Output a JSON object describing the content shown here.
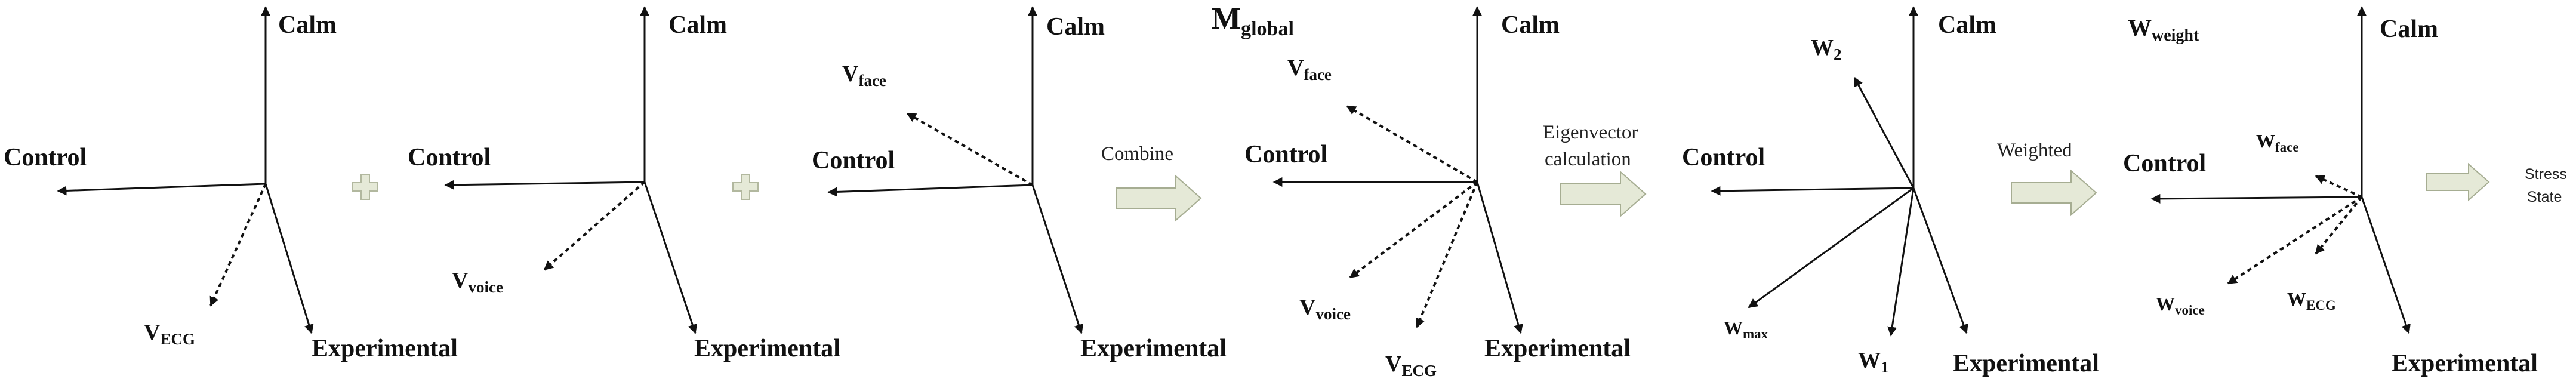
{
  "axes": {
    "calm": "Calm",
    "control": "Control",
    "experimental": "Experimental"
  },
  "panel1": {
    "vec_ecg": {
      "main": "V",
      "sub": "ECG"
    }
  },
  "panel2": {
    "vec_voice": {
      "main": "V",
      "sub": "voice"
    }
  },
  "panel3": {
    "vec_face": {
      "main": "V",
      "sub": "face"
    }
  },
  "panel4": {
    "title": {
      "main": "M",
      "sub": "global"
    },
    "vec_face": {
      "main": "V",
      "sub": "face"
    },
    "vec_voice": {
      "main": "V",
      "sub": "voice"
    },
    "vec_ecg": {
      "main": "V",
      "sub": "ECG"
    }
  },
  "panel5": {
    "vec_w2": {
      "main": "W",
      "sub": "2"
    },
    "vec_wmax": {
      "main": "W",
      "sub": "max"
    },
    "vec_w1": {
      "main": "W",
      "sub": "1"
    }
  },
  "panel6": {
    "title": {
      "main": "W",
      "sub": "weight"
    },
    "vec_face": {
      "main": "W",
      "sub": "face"
    },
    "vec_voice": {
      "main": "W",
      "sub": "voice"
    },
    "vec_ecg": {
      "main": "W",
      "sub": "ECG"
    }
  },
  "operations": {
    "combine": "Combine",
    "eigen_line1": "Eigenvector",
    "eigen_line2": "calculation",
    "weighted": "Weighted",
    "state_line1": "Stress",
    "state_line2": "State"
  },
  "operators": {
    "plus1": "plus-sign",
    "plus2": "plus-sign"
  },
  "colors": {
    "ink": "#111111",
    "arrow_fill": "#e5e9d7",
    "arrow_stroke": "#a6ad92"
  }
}
